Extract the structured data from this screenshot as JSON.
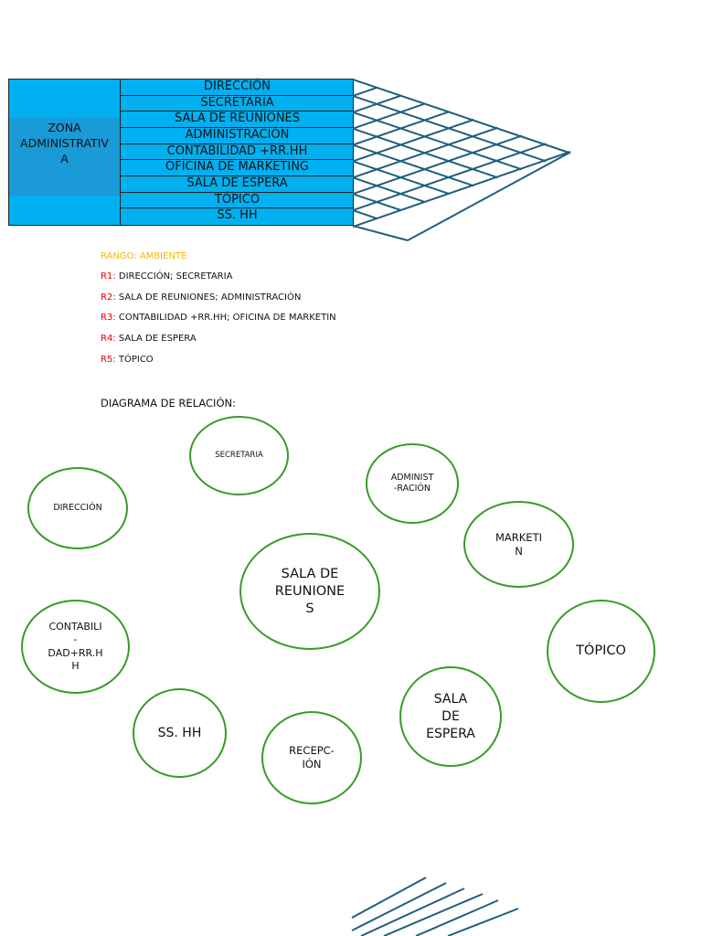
{
  "matrix": {
    "zone_label": "ZONA\nADMINISTRATIV\nA",
    "rows": [
      "DIRECCIÓN",
      "SECRETARIA",
      "SALA DE REUNIONES",
      "ADMINISTRACIÓN",
      "CONTABILIDAD +RR.HH",
      "OFICINA DE MARKETING",
      "SALA DE ESPERA",
      "TÓPICO",
      "SS. HH"
    ]
  },
  "legend": {
    "title": "RANGO: AMBIENTE",
    "items": [
      {
        "code": "R1:",
        "text": " DIRECCIÓN; SECRETARIA"
      },
      {
        "code": "R2:",
        "text": " SALA DE REUNIONES; ADMINISTRACIÓN"
      },
      {
        "code": "R3:",
        "text": " CONTABILIDAD +RR.HH; OFICINA DE MARKETIN"
      },
      {
        "code": "R4:",
        "text": " SALA DE ESPERA"
      },
      {
        "code": "R5:",
        "text": " TÓPICO"
      }
    ]
  },
  "diagram": {
    "title": "DIAGRAMA DE RELACIÓN:",
    "nodes": {
      "secretaria": "SECRETARIA",
      "direccion": "DIRECCIÓN",
      "administracion": "ADMINIST\n-RACIÓN",
      "marketing": "MARKETI\nN",
      "sala_reuniones": "SALA DE\nREUNIONE\nS",
      "contabilidad": "CONTABILI\n-\nDAD+RR.H\nH",
      "topico": "TÓPICO",
      "ss_hh": "SS. HH",
      "recepcion": "RECEPC-\nIÓN",
      "sala_espera": "SALA\nDE\nESPERA"
    }
  },
  "colors": {
    "table_fill": "#00b0f0",
    "zone_shade": "#1a9ad6",
    "grid_lines": "#1f5f7f",
    "legend_code": "#e60000",
    "range_title": "#f5b800",
    "circle_border": "#3a9a2a"
  }
}
